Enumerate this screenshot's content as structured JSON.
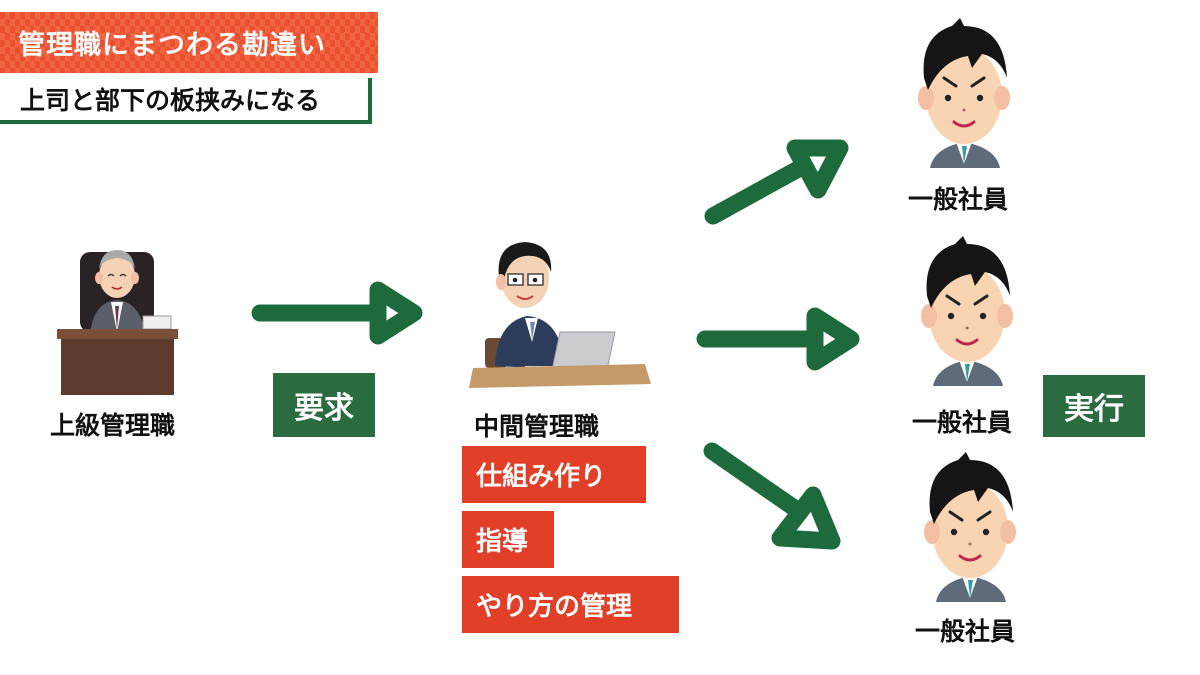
{
  "header": {
    "title": "管理職にまつわる勘違い",
    "subtitle": "上司と部下の板挟みになる"
  },
  "colors": {
    "title_red": "#ea4f2f",
    "tag_red": "#e23f28",
    "green": "#1d6b3c",
    "tag_green": "#2a6b3f"
  },
  "nodes": {
    "senior_manager": {
      "label": "上級管理職",
      "icon": "executive-at-desk"
    },
    "middle_manager": {
      "label": "中間管理職",
      "icon": "manager-with-laptop"
    },
    "employees": [
      {
        "label": "一般社員",
        "icon": "employee-face"
      },
      {
        "label": "一般社員",
        "icon": "employee-face"
      },
      {
        "label": "一般社員",
        "icon": "employee-face"
      }
    ]
  },
  "tags": {
    "request": "要求",
    "execute": "実行",
    "middle_roles": [
      "仕組み作り",
      "指導",
      "やり方の管理"
    ]
  }
}
